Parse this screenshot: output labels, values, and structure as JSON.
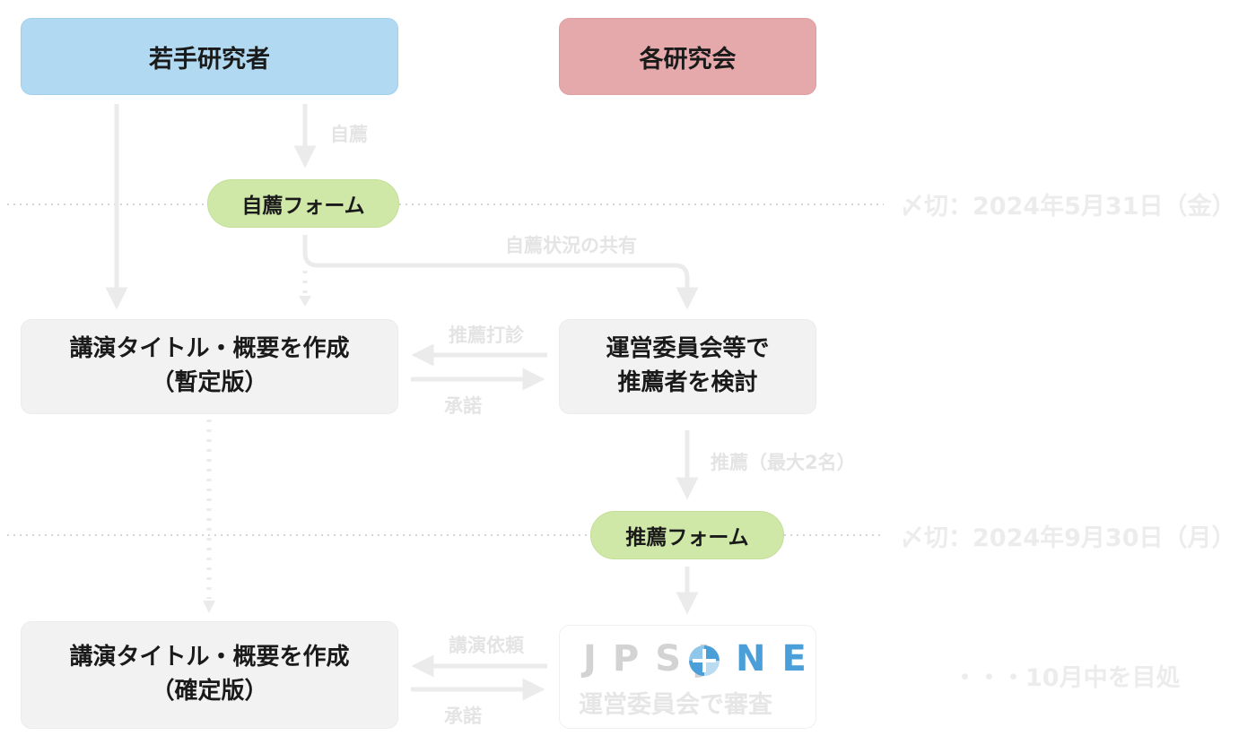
{
  "nodes": {
    "young_researcher": "若手研究者",
    "each_society": "各研究会",
    "self_form": "自薦フォーム",
    "draft_lines": [
      "講演タイトル・概要を作成",
      "（暫定版）"
    ],
    "committee_lines": [
      "運営委員会等で",
      "推薦者を検討"
    ],
    "rec_form": "推薦フォーム",
    "final_lines": [
      "講演タイトル・概要を作成",
      "（確定版）"
    ],
    "review_text": "運営委員会で審査"
  },
  "logo": {
    "letters": [
      "J",
      "P",
      "S",
      "J",
      "O",
      "N",
      "E"
    ],
    "colors": {
      "dark": "#3a3a3a",
      "blue": "#4a9fd8"
    }
  },
  "labels": {
    "self_rec": "自薦",
    "share": "自薦状況の共有",
    "sound_out": "推薦打診",
    "accept1": "承諾",
    "recommend": "推薦（最大2名）",
    "lecture_request": "講演依頼",
    "accept2": "承諾"
  },
  "deadlines": {
    "d1": "〆切：2024年5月31日（金）",
    "d2": "〆切：2024年9月30日（月）",
    "target": "・・・10月中を目処"
  },
  "colors": {
    "header_blue": "#b1d9f1",
    "header_red": "#e6a9ab",
    "pill_green": "#cfe8a8",
    "box_gray": "#f2f2f2",
    "arrow_gray": "#ebebeb"
  }
}
